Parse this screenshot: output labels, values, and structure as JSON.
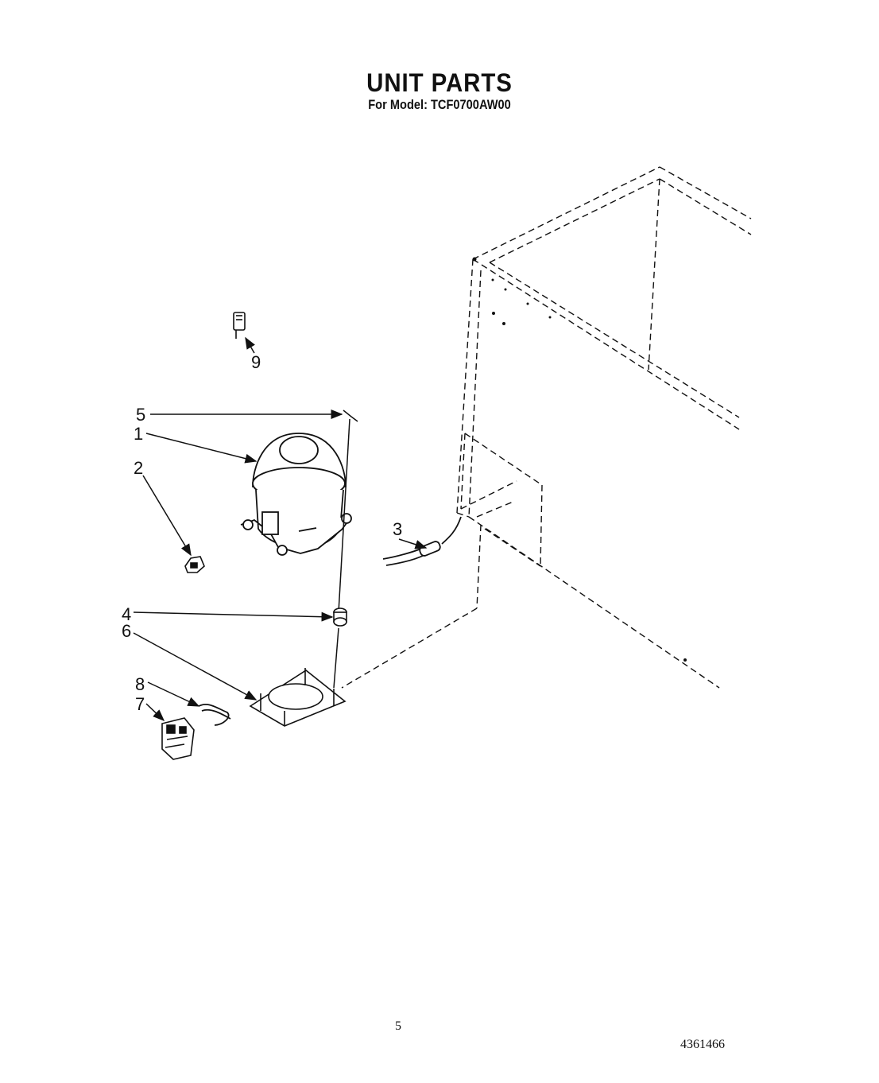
{
  "header": {
    "title": "UNIT PARTS",
    "subtitle": "For Model: TCF0700AW00"
  },
  "callouts": [
    {
      "id": "1"
    },
    {
      "id": "2"
    },
    {
      "id": "3"
    },
    {
      "id": "4"
    },
    {
      "id": "5"
    },
    {
      "id": "6"
    },
    {
      "id": "7"
    },
    {
      "id": "8"
    },
    {
      "id": "9"
    }
  ],
  "footer": {
    "page_number": "5",
    "document_number": "4361466"
  }
}
